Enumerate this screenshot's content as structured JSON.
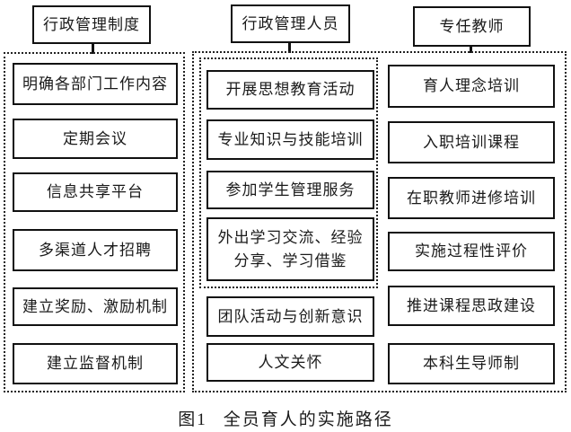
{
  "figure": {
    "caption_prefix": "图1",
    "caption_text": "全员育人的实施路径"
  },
  "columns": [
    {
      "header": "行政管理制度",
      "items": [
        {
          "label": "明确各部门工作内容"
        },
        {
          "label": "定期会议"
        },
        {
          "label": "信息共享平台"
        },
        {
          "label": "多渠道人才招聘"
        },
        {
          "label": "建立奖励、激励机制"
        },
        {
          "label": "建立监督机制"
        }
      ]
    },
    {
      "header": "行政管理人员",
      "items": [
        {
          "label": "开展思想教育活动"
        },
        {
          "label": "专业知识与技能培训"
        },
        {
          "label": "参加学生管理服务"
        },
        {
          "label": "外出学习交流、经验分享、学习借鉴"
        },
        {
          "label": "团队活动与创新意识"
        },
        {
          "label": "人文关怀"
        }
      ]
    },
    {
      "header": "专任教师",
      "items": [
        {
          "label": "育人理念培训"
        },
        {
          "label": "入职培训课程"
        },
        {
          "label": "在职教师进修培训"
        },
        {
          "label": "实施过程性评价"
        },
        {
          "label": "推进课程思政建设"
        },
        {
          "label": "本科生导师制"
        }
      ]
    }
  ],
  "colors": {
    "border": "#111111",
    "dashed_border": "#222222",
    "text": "#1a1a1a",
    "background": "#ffffff"
  }
}
